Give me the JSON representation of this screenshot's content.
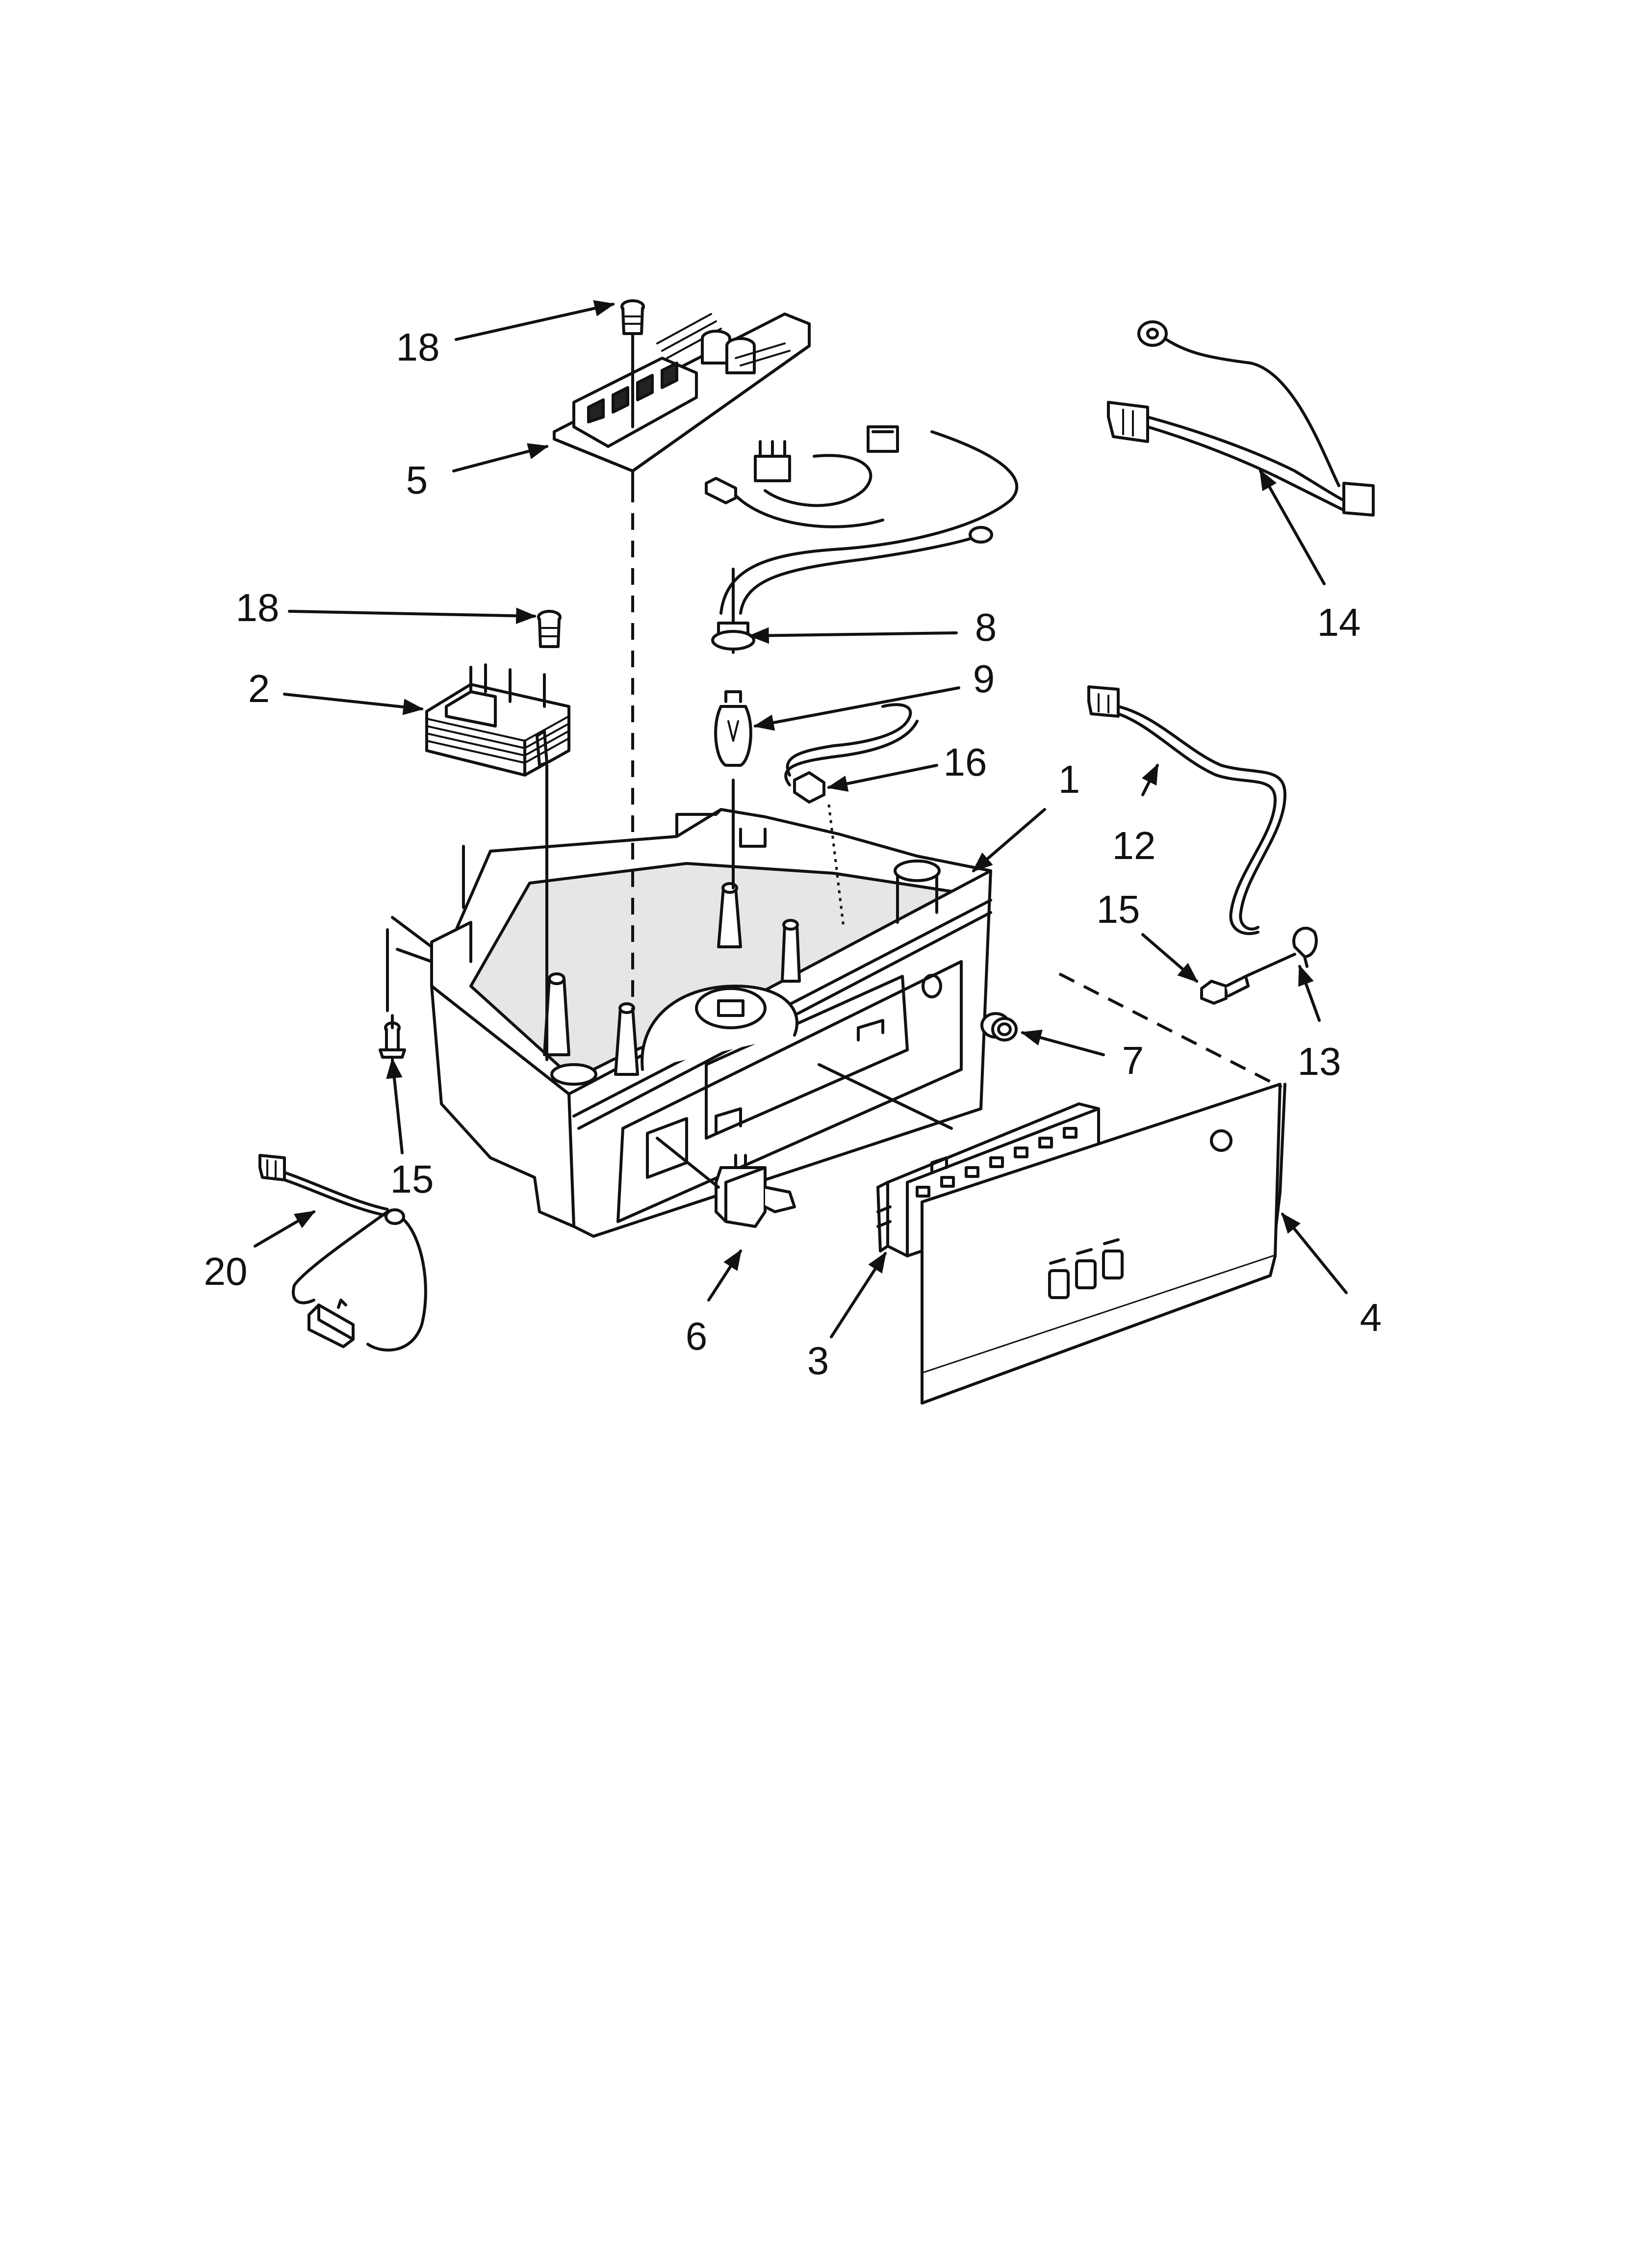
{
  "callouts": [
    {
      "id": "c18a",
      "label": "18"
    },
    {
      "id": "c5",
      "label": "5"
    },
    {
      "id": "c18b",
      "label": "18"
    },
    {
      "id": "c2",
      "label": "2"
    },
    {
      "id": "c8",
      "label": "8"
    },
    {
      "id": "c9",
      "label": "9"
    },
    {
      "id": "c16",
      "label": "16"
    },
    {
      "id": "c1",
      "label": "1"
    },
    {
      "id": "c14",
      "label": "14"
    },
    {
      "id": "c12",
      "label": "12"
    },
    {
      "id": "c15a",
      "label": "15"
    },
    {
      "id": "c13",
      "label": "13"
    },
    {
      "id": "c7",
      "label": "7"
    },
    {
      "id": "c15b",
      "label": "15"
    },
    {
      "id": "c20",
      "label": "20"
    },
    {
      "id": "c6",
      "label": "6"
    },
    {
      "id": "c3",
      "label": "3"
    },
    {
      "id": "c4",
      "label": "4"
    }
  ]
}
